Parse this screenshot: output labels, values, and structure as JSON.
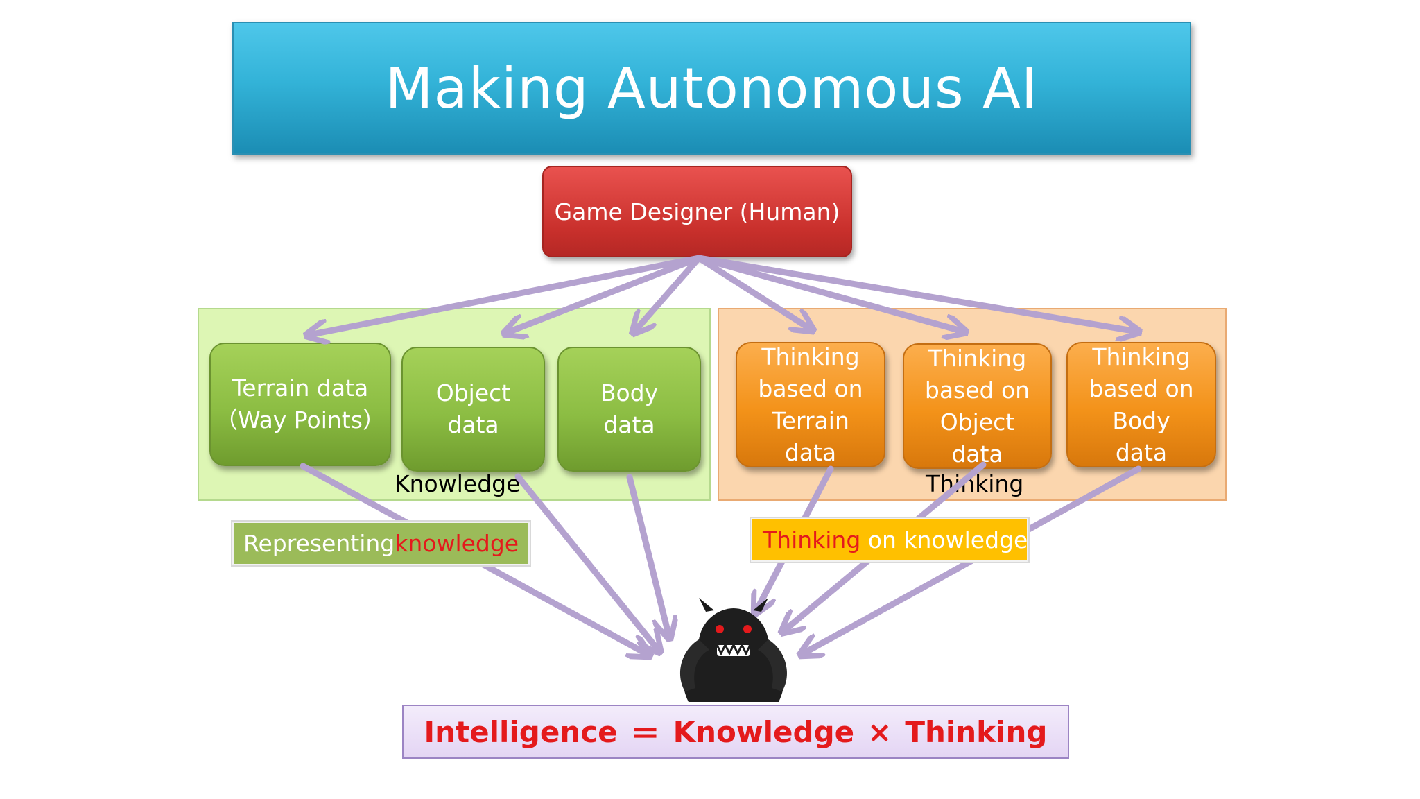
{
  "title": "Making Autonomous AI",
  "designer": "Game Designer (Human)",
  "knowledge": {
    "label": "Knowledge",
    "boxes": [
      "Terrain data\n（Way Points）",
      "Object\ndata",
      "Body\ndata"
    ]
  },
  "thinking": {
    "label": "Thinking",
    "boxes": [
      "Thinking\nbased on\nTerrain\ndata",
      "Thinking\nbased on\nObject\ndata",
      "Thinking\nbased on\nBody\ndata"
    ]
  },
  "tags": {
    "representing": {
      "part1": "Representing ",
      "part2": "knowledge"
    },
    "thinking_on": {
      "part1": "Thinking",
      "part2": " on knowledge"
    }
  },
  "equation": {
    "intelligence": "Intelligence",
    "equals": "＝",
    "knowledge": "Knowledge",
    "times": "×",
    "thinking": "Thinking"
  },
  "colors": {
    "arrow": "#b4a2cf",
    "emphasis_red": "#e41a1c",
    "tag_text_white": "#ffffff"
  }
}
